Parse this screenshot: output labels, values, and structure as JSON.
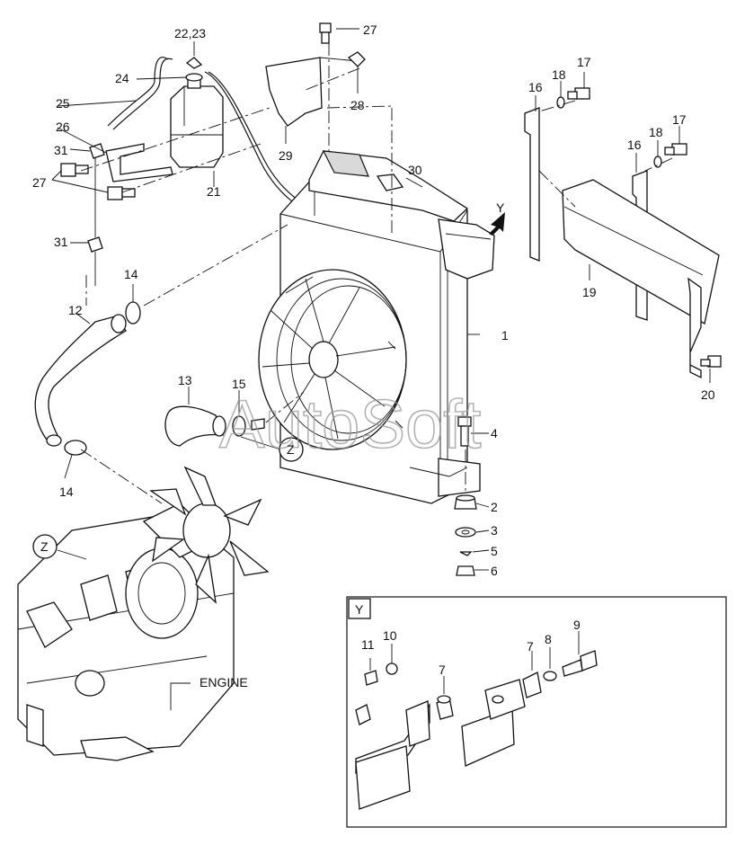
{
  "callouts": [
    {
      "id": "c1",
      "text": "1"
    },
    {
      "id": "c2",
      "text": "2"
    },
    {
      "id": "c3",
      "text": "3"
    },
    {
      "id": "c4",
      "text": "4"
    },
    {
      "id": "c5",
      "text": "5"
    },
    {
      "id": "c6",
      "text": "6"
    },
    {
      "id": "c12",
      "text": "12"
    },
    {
      "id": "c13",
      "text": "13"
    },
    {
      "id": "c14a",
      "text": "14"
    },
    {
      "id": "c14b",
      "text": "14"
    },
    {
      "id": "c15",
      "text": "15"
    },
    {
      "id": "c16a",
      "text": "16"
    },
    {
      "id": "c16b",
      "text": "16"
    },
    {
      "id": "c17a",
      "text": "17"
    },
    {
      "id": "c17b",
      "text": "17"
    },
    {
      "id": "c18a",
      "text": "18"
    },
    {
      "id": "c18b",
      "text": "18"
    },
    {
      "id": "c19",
      "text": "19"
    },
    {
      "id": "c20",
      "text": "20"
    },
    {
      "id": "c21",
      "text": "21"
    },
    {
      "id": "c2223",
      "text": "22,23"
    },
    {
      "id": "c24",
      "text": "24"
    },
    {
      "id": "c25",
      "text": "25"
    },
    {
      "id": "c26",
      "text": "26"
    },
    {
      "id": "c27a",
      "text": "27"
    },
    {
      "id": "c27b",
      "text": "27"
    },
    {
      "id": "c28",
      "text": "28"
    },
    {
      "id": "c29",
      "text": "29"
    },
    {
      "id": "c30",
      "text": "30"
    },
    {
      "id": "c31a",
      "text": "31"
    },
    {
      "id": "c31b",
      "text": "31"
    },
    {
      "id": "cY",
      "text": "Y"
    },
    {
      "id": "cZ",
      "text": "Z"
    },
    {
      "id": "cZ2",
      "text": "Z"
    },
    {
      "id": "cEngine",
      "text": "ENGINE"
    }
  ],
  "detail_y": {
    "title": "Y",
    "callouts": [
      {
        "id": "d7a",
        "text": "7"
      },
      {
        "id": "d7b",
        "text": "7"
      },
      {
        "id": "d8",
        "text": "8"
      },
      {
        "id": "d9",
        "text": "9"
      },
      {
        "id": "d10",
        "text": "10"
      },
      {
        "id": "d11",
        "text": "11"
      }
    ]
  },
  "watermark": "AutoSoft",
  "colors": {
    "ink": "#111111",
    "paper": "#ffffff",
    "watermark": "#9a9a9a"
  }
}
